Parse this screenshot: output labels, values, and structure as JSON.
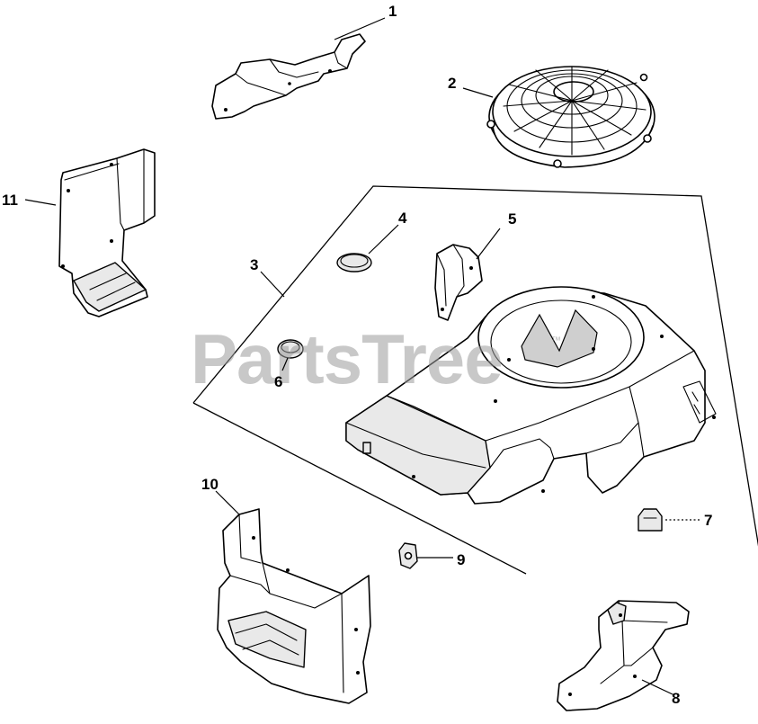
{
  "watermark": {
    "text": "PartsTree",
    "trademark": "™"
  },
  "callouts": [
    {
      "id": "1",
      "label": "1"
    },
    {
      "id": "2",
      "label": "2"
    },
    {
      "id": "3",
      "label": "3"
    },
    {
      "id": "4",
      "label": "4"
    },
    {
      "id": "5",
      "label": "5"
    },
    {
      "id": "6",
      "label": "6"
    },
    {
      "id": "7",
      "label": "7"
    },
    {
      "id": "8",
      "label": "8"
    },
    {
      "id": "9",
      "label": "9"
    },
    {
      "id": "10",
      "label": "10"
    },
    {
      "id": "11",
      "label": "11"
    }
  ]
}
